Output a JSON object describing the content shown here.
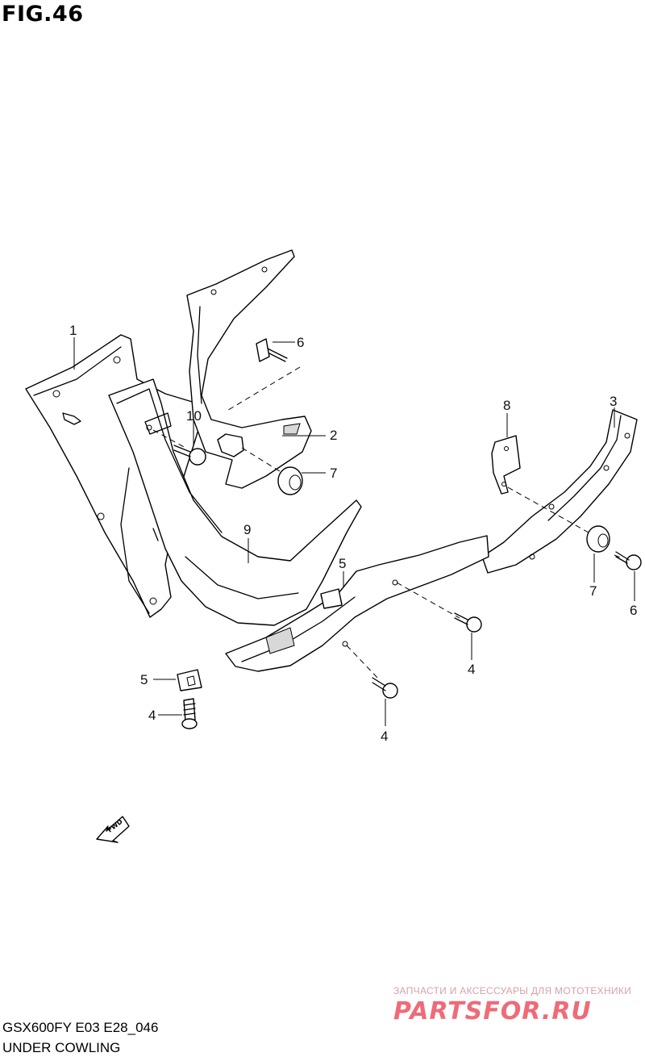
{
  "figure": {
    "title": "FIG.46",
    "model_code": "GSX600FY E03 E28_046",
    "assembly_name": "UNDER COWLING"
  },
  "callouts": [
    {
      "id": "c1",
      "label": "1"
    },
    {
      "id": "c2",
      "label": "2"
    },
    {
      "id": "c3",
      "label": "3"
    },
    {
      "id": "c4a",
      "label": "4"
    },
    {
      "id": "c4b",
      "label": "4"
    },
    {
      "id": "c4c",
      "label": "4"
    },
    {
      "id": "c5a",
      "label": "5"
    },
    {
      "id": "c5b",
      "label": "5"
    },
    {
      "id": "c6a",
      "label": "6"
    },
    {
      "id": "c6b",
      "label": "6"
    },
    {
      "id": "c7a",
      "label": "7"
    },
    {
      "id": "c7b",
      "label": "7"
    },
    {
      "id": "c8",
      "label": "8"
    },
    {
      "id": "c9",
      "label": "9"
    },
    {
      "id": "c10",
      "label": "10"
    }
  ],
  "direction_marker": {
    "label": "FWD"
  },
  "watermark": {
    "caption": "ЗАПЧАСТИ И АКСЕССУАРЫ ДЛЯ МОТОТЕХНИКИ",
    "logo_text": "PARTSFOR.RU"
  },
  "colors": {
    "line": "#000000",
    "background": "#ffffff",
    "watermark": "#ef6b78"
  }
}
